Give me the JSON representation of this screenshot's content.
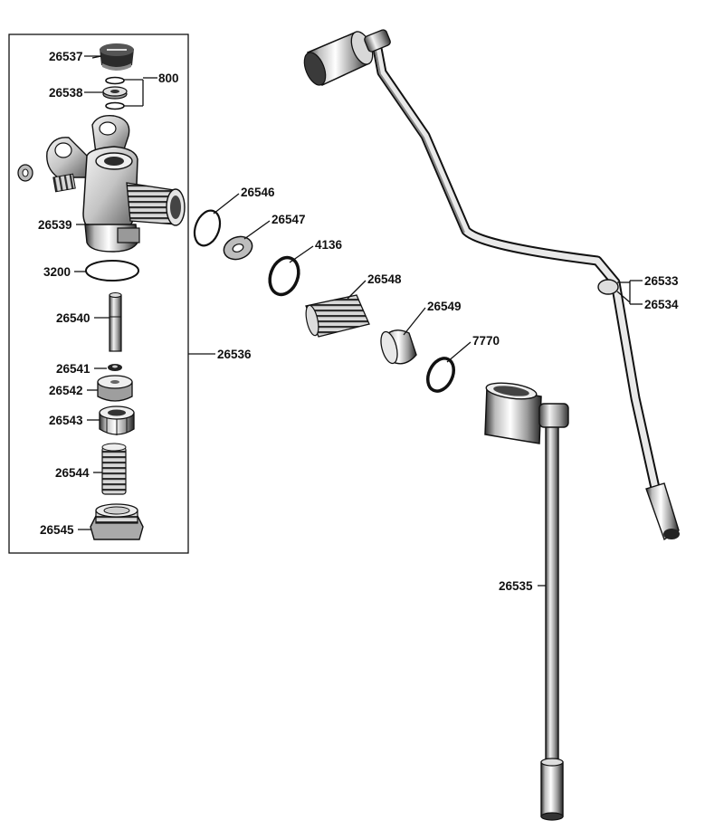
{
  "part_labels": {
    "p26537": "26537",
    "p26538": "26538",
    "p800": "800",
    "p26539": "26539",
    "p3200": "3200",
    "p26540": "26540",
    "p26541": "26541",
    "p26542": "26542",
    "p26543": "26543",
    "p26544": "26544",
    "p26545": "26545",
    "p26536": "26536",
    "p26546": "26546",
    "p26547": "26547",
    "p4136": "4136",
    "p26548": "26548",
    "p26549": "26549",
    "p7770": "7770",
    "p26533": "26533",
    "p26534": "26534",
    "p26535": "26535"
  },
  "colors": {
    "ink": "#111111",
    "metal_light": "#e6e6e6",
    "metal_mid": "#a8a8a8",
    "metal_dark": "#3a3a3a",
    "background": "#ffffff"
  }
}
